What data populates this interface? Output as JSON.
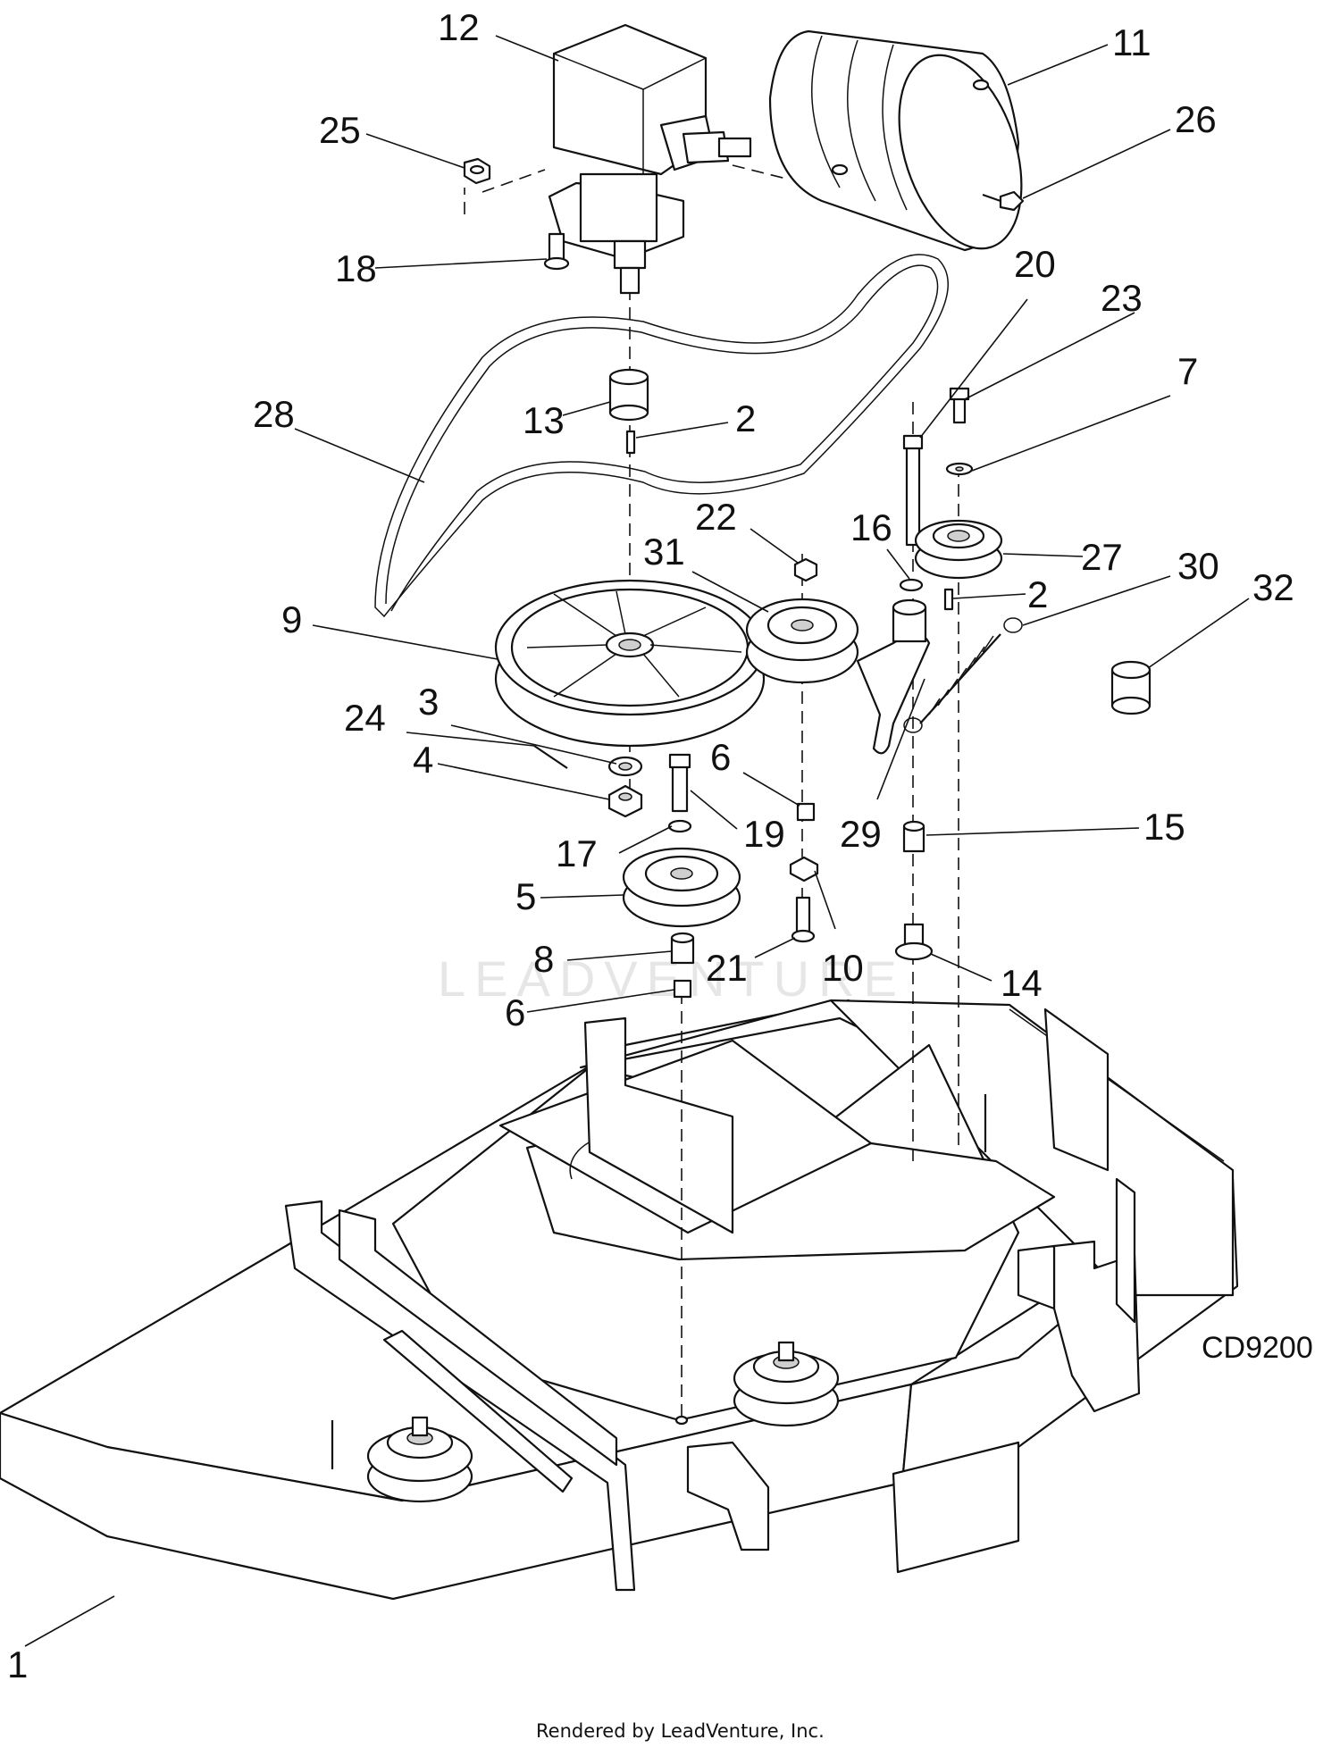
{
  "diagram": {
    "code": "CD9200",
    "footer": "Rendered by LeadVenture, Inc.",
    "watermark": "LEADVENTURE",
    "callouts": [
      "12",
      "11",
      "25",
      "26",
      "18",
      "20",
      "23",
      "28",
      "13",
      "2",
      "7",
      "22",
      "16",
      "31",
      "27",
      "30",
      "9",
      "2",
      "32",
      "3",
      "24",
      "4",
      "6",
      "19",
      "17",
      "29",
      "15",
      "5",
      "8",
      "21",
      "10",
      "14",
      "6",
      "1"
    ]
  }
}
